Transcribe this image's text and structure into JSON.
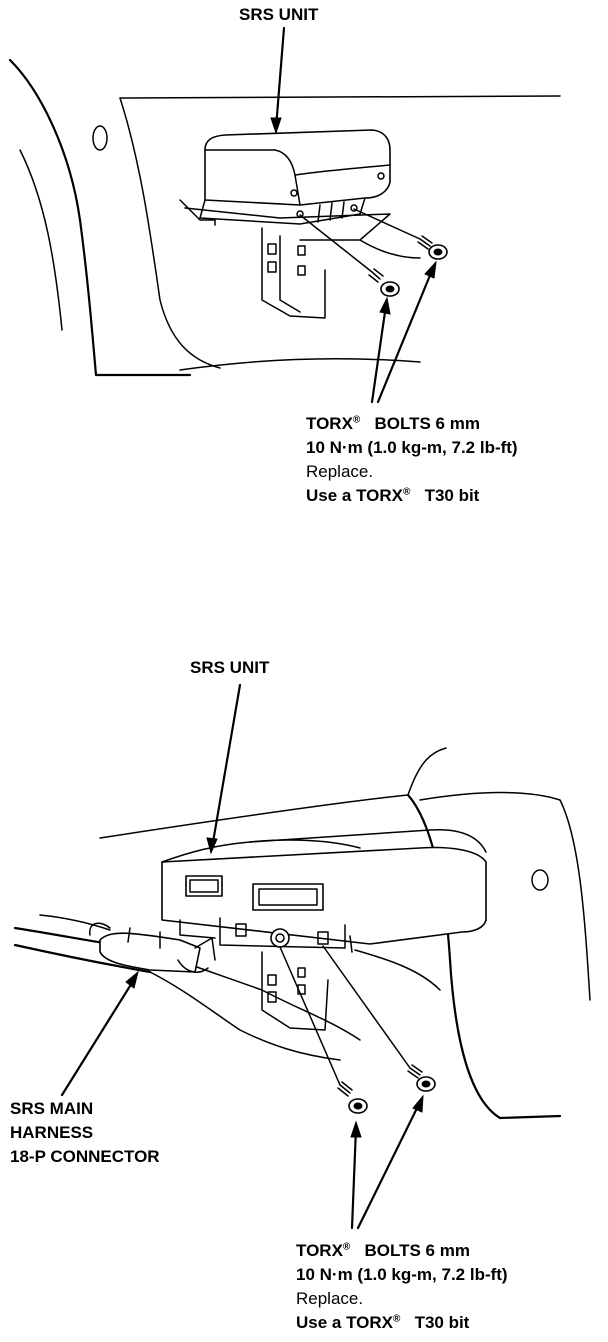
{
  "figure1": {
    "unit_label": "SRS UNIT",
    "bolt_title": "TORX",
    "bolt_title_rest": "BOLTS 6 mm",
    "torque": "10 N·m (1.0 kg-m, 7.2 lb-ft)",
    "replace": "Replace.",
    "bit_prefix": "Use a TORX",
    "bit_rest": "T30 bit"
  },
  "figure2": {
    "unit_label": "SRS UNIT",
    "harness_line1": "SRS MAIN",
    "harness_line2": "HARNESS",
    "harness_line3": "18-P CONNECTOR",
    "bolt_title": "TORX",
    "bolt_title_rest": "BOLTS 6 mm",
    "torque": "10 N·m (1.0 kg-m, 7.2 lb-ft)",
    "replace": "Replace.",
    "bit_prefix": "Use a TORX",
    "bit_rest": "T30 bit"
  },
  "symbols": {
    "registered": "®"
  }
}
